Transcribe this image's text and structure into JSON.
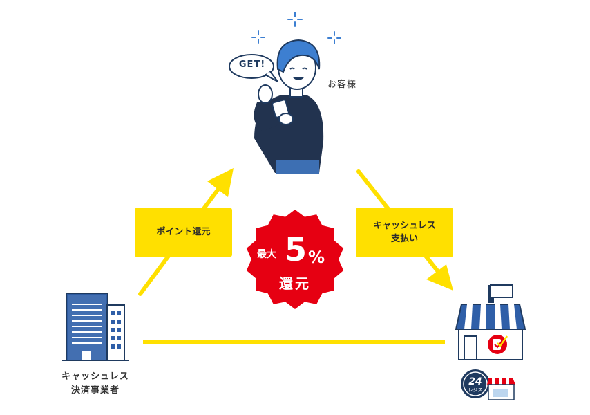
{
  "customer": {
    "label": "お客様",
    "speech": "GET!"
  },
  "left_box": {
    "text": "ポイント還元"
  },
  "right_box": {
    "line1": "キャッシュレス",
    "line2": "支払い"
  },
  "badge": {
    "small": "最大",
    "big": "5",
    "percent": "%",
    "bottom": "還元"
  },
  "operator": {
    "line1": "キャッシュレス",
    "line2": "決済事業者"
  },
  "store_logo": {
    "number": "24",
    "text": "レジス"
  },
  "colors": {
    "yellow": "#ffe000",
    "red": "#e60012",
    "navy": "#1f3a5f",
    "blue": "#3d6fb3",
    "light_blue": "#5b8fd1"
  }
}
